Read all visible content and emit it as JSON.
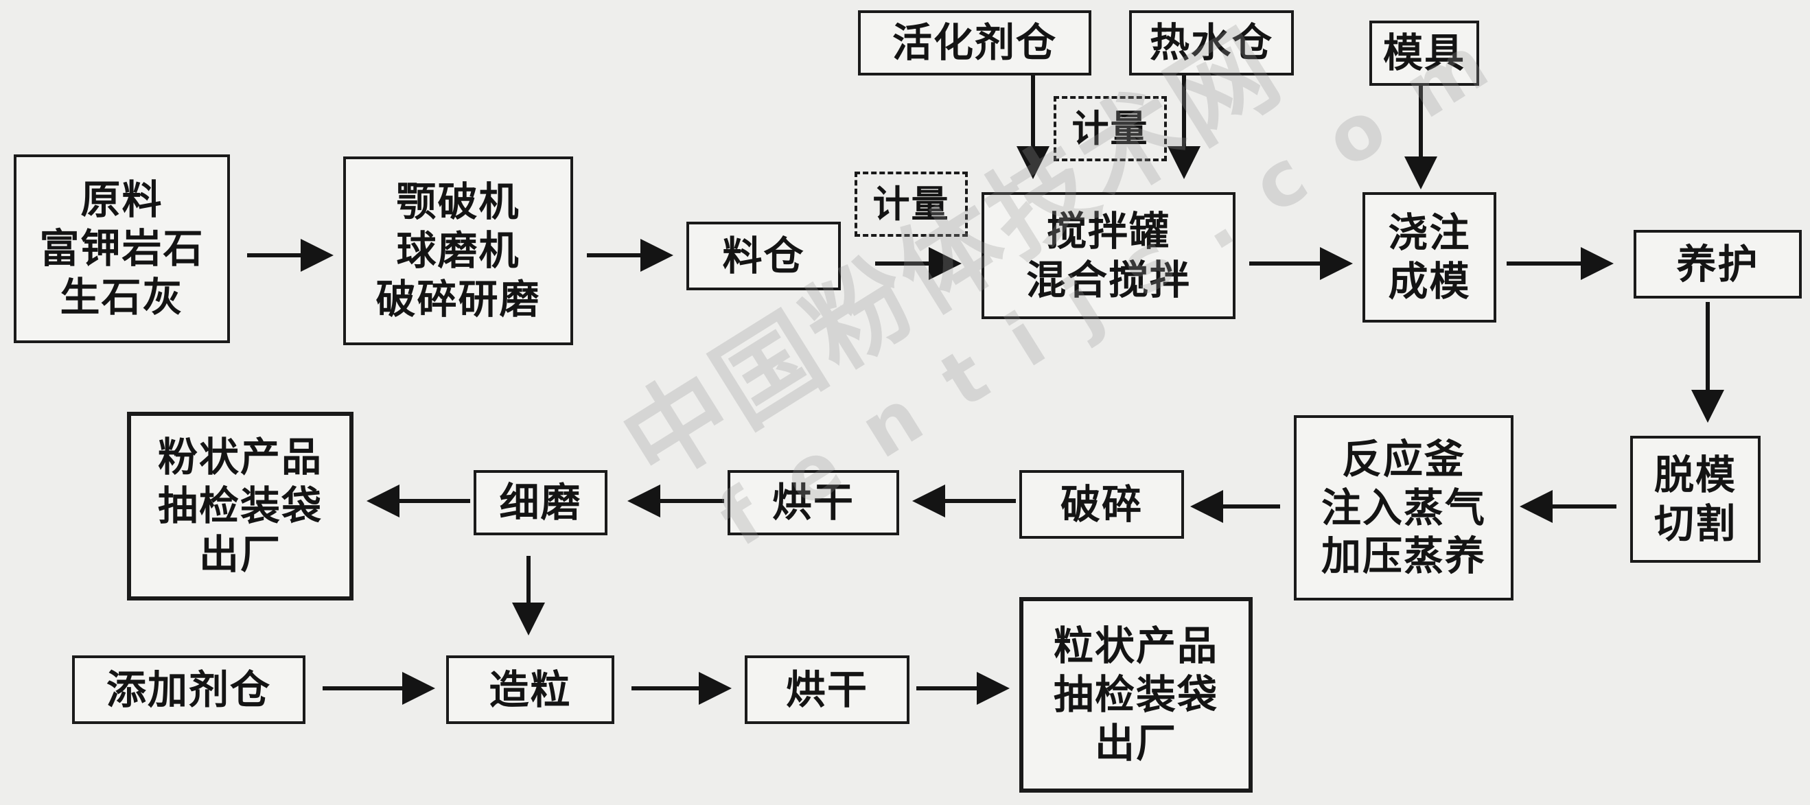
{
  "nodes": {
    "raw_material": [
      "原料",
      "富钾岩石",
      "生石灰"
    ],
    "crusher": [
      "颚破机",
      "球磨机",
      "破碎研磨"
    ],
    "silo": [
      "料仓"
    ],
    "meter1": [
      "计量"
    ],
    "activator_silo": [
      "活化剂仓"
    ],
    "hot_water_silo": [
      "热水仓"
    ],
    "meter2": [
      "计量"
    ],
    "mixer": [
      "搅拌罐",
      "混合搅拌"
    ],
    "mold": [
      "模具"
    ],
    "casting": [
      "浇注",
      "成模"
    ],
    "curing": [
      "养护"
    ],
    "demold": [
      "脱模",
      "切割"
    ],
    "reactor": [
      "反应釜",
      "注入蒸气",
      "加压蒸养"
    ],
    "breaking": [
      "破碎"
    ],
    "drying1": [
      "烘干"
    ],
    "fine_grinding": [
      "细磨"
    ],
    "powder_product": [
      "粉状产品",
      "抽检装袋",
      "出厂"
    ],
    "additive_silo": [
      "添加剂仓"
    ],
    "granulation": [
      "造粒"
    ],
    "drying2": [
      "烘干"
    ],
    "granular_product": [
      "粒状产品",
      "抽检装袋",
      "出厂"
    ]
  },
  "watermark": {
    "cn": "中国粉体技术网",
    "en": "fentijs.com"
  }
}
